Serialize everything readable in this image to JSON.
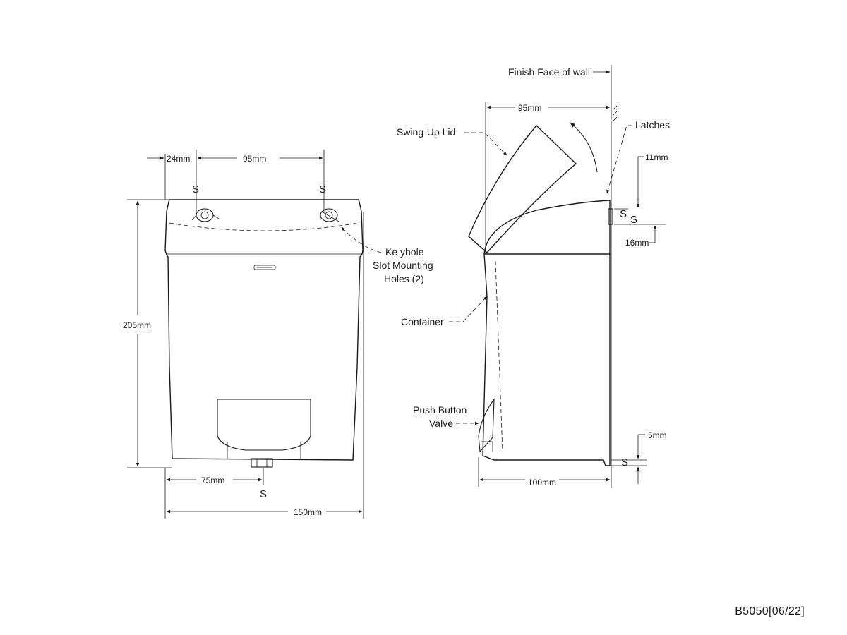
{
  "front_view": {
    "dims": {
      "left_offset": "24mm",
      "hole_spacing": "95mm",
      "height": "205mm",
      "valve_offset": "75mm",
      "width": "150mm"
    },
    "s_marks": [
      "S",
      "S",
      "S"
    ],
    "callout_keyhole": [
      "Ke yhole",
      "Slot Mounting",
      "Holes (2)"
    ]
  },
  "side_view": {
    "callouts": {
      "finish_face": "Finish Face of wall",
      "swing_up_lid": "Swing-Up  Lid",
      "latches": "Latches",
      "container": "Container",
      "push_button_valve": [
        "Push Button",
        "Valve"
      ]
    },
    "dims": {
      "lid_depth": "95mm",
      "latch_top": "11mm",
      "latch_bottom": "16mm",
      "bottom_offset": "5mm",
      "depth": "100mm"
    },
    "s_marks": [
      "S",
      "S",
      "S"
    ]
  },
  "drawing_code": "B5050[06/22]"
}
